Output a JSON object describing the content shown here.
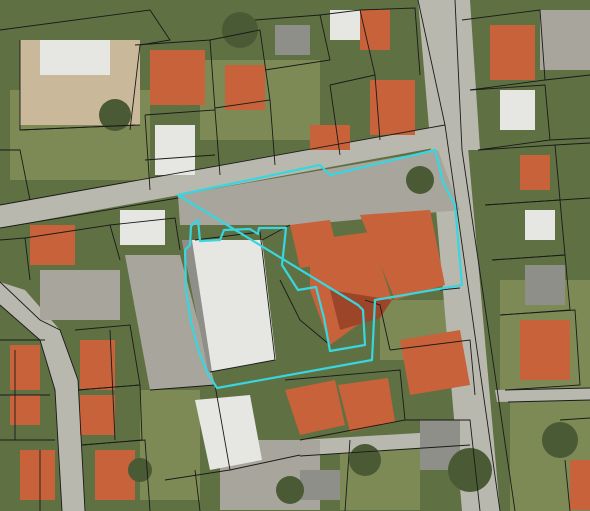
{
  "map": {
    "type": "aerial-orthophoto-with-cadastral-overlay",
    "basemap": "aerial-imagery",
    "colors": {
      "vegetation": "#5f7043",
      "vegetation_dark": "#4a5a34",
      "grass": "#7d8a55",
      "road": "#b9b8ae",
      "road_dark": "#9c9a90",
      "parking": "#a7a59c",
      "roof_red": "#c8623a",
      "roof_red_dark": "#9c4529",
      "roof_white": "#e6e6e2",
      "roof_grey": "#8f8f8a",
      "bare_soil": "#c9b99a",
      "parcel_boundary": "#1a1a1a",
      "highlight_parcel": "#38d6e0"
    },
    "layers": [
      {
        "name": "parcel-boundaries",
        "visible": true
      },
      {
        "name": "highlighted-parcel",
        "visible": true
      }
    ]
  }
}
